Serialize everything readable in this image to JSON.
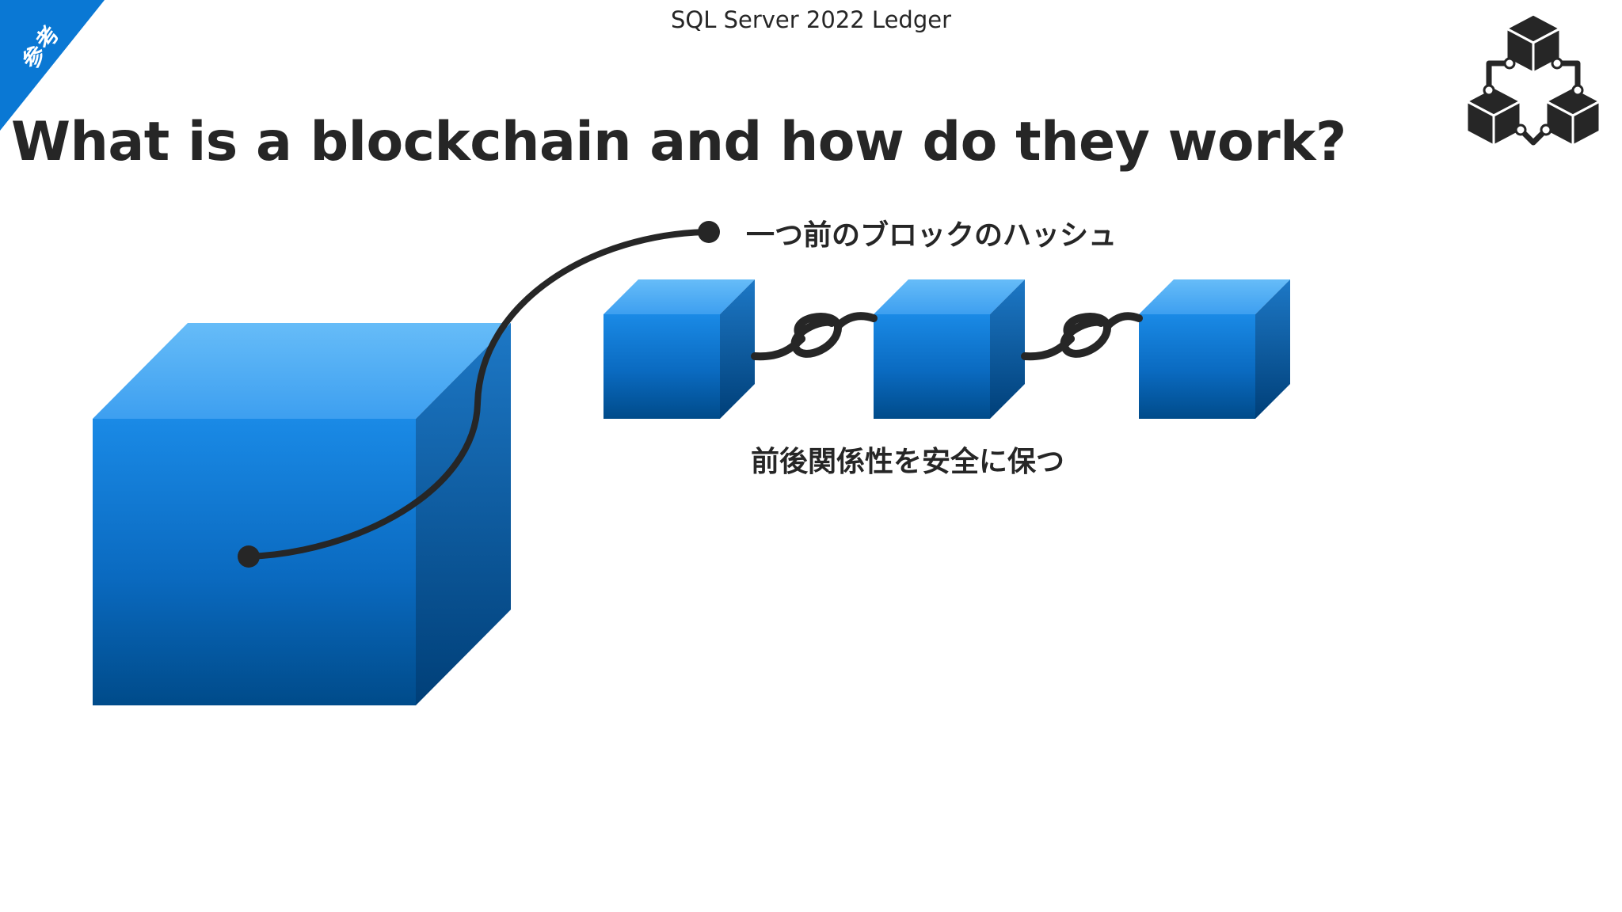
{
  "header": {
    "corner_label": "参考",
    "title": "SQL Server 2022 Ledger"
  },
  "slide": {
    "title": "What is a blockchain and how do they work?"
  },
  "diagram": {
    "hash_label": "一つ前のブロックのハッシュ",
    "order_label": "前後関係性を安全に保つ",
    "chain_blocks": 3
  },
  "colors": {
    "accent": "#0a78d4",
    "block_top": "#5cb3f5",
    "block_front_top": "#1a8ae6",
    "block_front_bottom": "#004b8a",
    "block_side": "#1565b0",
    "ink": "#262626"
  },
  "icons": {
    "logo": "blockchain-cubes-icon",
    "knot": "chain-knot-icon"
  }
}
